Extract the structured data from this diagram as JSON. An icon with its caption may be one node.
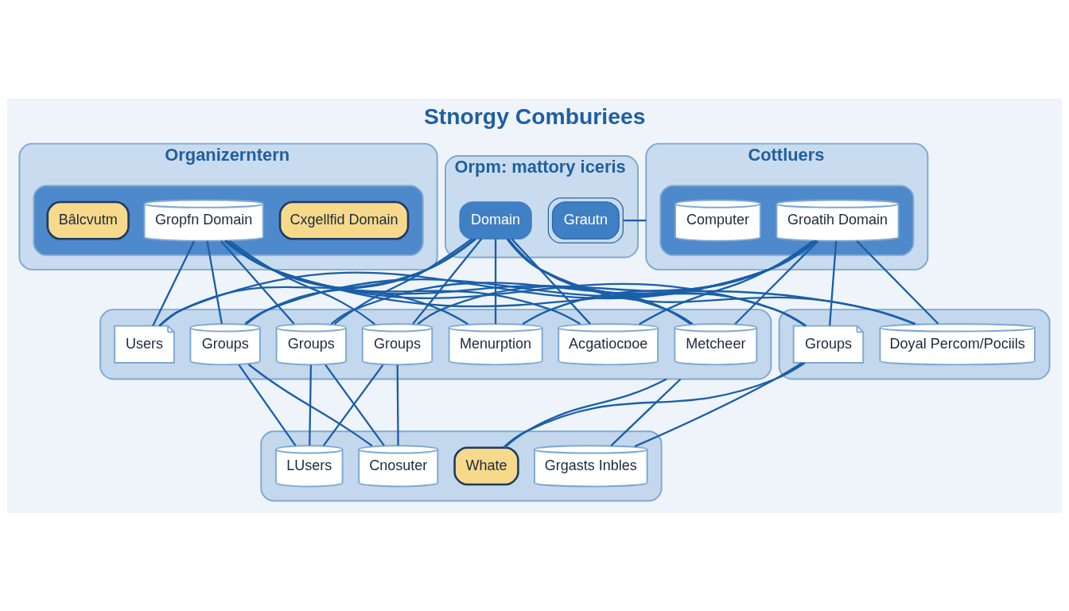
{
  "diagram": {
    "title": "Stnorgy Comburiees",
    "nodes": [
      {
        "text": [
          "Organizerntern"
        ]
      },
      {
        "text": [],
        "shape": "box",
        "in": 0
      },
      {
        "text": [
          "Bâlcvutm"
        ],
        "in": 1
      },
      {
        "text": [
          "Gropfn Domain"
        ],
        "in": 1
      },
      {
        "text": [
          "Cxgellfid Domain"
        ],
        "in": 1
      },
      {
        "text": [
          "Orpm: mattory iceris"
        ]
      },
      {
        "text": [
          "Domain"
        ],
        "in": 5
      },
      {
        "text": [
          "Grautn"
        ],
        "in": 5
      },
      {
        "text": [
          "Cottluers"
        ]
      },
      {
        "text": [],
        "shape": "box",
        "in": 8
      },
      {
        "text": [
          "Computer"
        ],
        "in": 9
      },
      {
        "text": [
          "Groatih Domain"
        ],
        "in": 9
      },
      {
        "text": [],
        "shape": "box"
      },
      {
        "text": [
          "Users"
        ],
        "in": 12
      },
      {
        "text": [
          "Groups"
        ],
        "in": 12
      },
      {
        "text": [
          "Groups"
        ],
        "in": 12
      },
      {
        "text": [
          "Groups"
        ],
        "in": 12
      },
      {
        "text": [
          "Menurption"
        ],
        "in": 12
      },
      {
        "text": [
          "Acgatiocɒoe"
        ],
        "in": 12
      },
      {
        "text": [
          "Metcheer"
        ],
        "in": 12
      },
      {
        "text": [],
        "shape": "box"
      },
      {
        "text": [
          "Groups"
        ],
        "in": 20
      },
      {
        "text": [
          "Doyal Percom/Pociils"
        ],
        "in": 20
      },
      {
        "text": [],
        "shape": "box"
      },
      {
        "text": [
          "LUsers"
        ],
        "in": 23
      },
      {
        "text": [
          "Cnosuter"
        ],
        "in": 23
      },
      {
        "text": [
          "Whate"
        ],
        "in": 23
      },
      {
        "text": [
          "Grgasts Inbles"
        ],
        "in": 23
      }
    ],
    "edges": [
      {
        "from": 3,
        "to": 13,
        "arrow": "none"
      },
      {
        "from": 3,
        "to": 14,
        "arrow": "none"
      },
      {
        "from": 3,
        "to": 15,
        "arrow": "none"
      },
      {
        "from": 3,
        "to": 16,
        "arrow": "none"
      },
      {
        "from": 3,
        "to": 17,
        "arrow": "none"
      },
      {
        "from": 3,
        "to": 18,
        "arrow": "none"
      },
      {
        "from": 3,
        "to": 19,
        "arrow": "none"
      },
      {
        "from": 3,
        "to": 21,
        "arrow": "none"
      },
      {
        "from": 3,
        "to": 22,
        "arrow": "none"
      },
      {
        "from": 6,
        "to": 13,
        "arrow": "none"
      },
      {
        "from": 6,
        "to": 14,
        "arrow": "none"
      },
      {
        "from": 6,
        "to": 15,
        "arrow": "none"
      },
      {
        "from": 6,
        "to": 16,
        "arrow": "none"
      },
      {
        "from": 6,
        "to": 17,
        "arrow": "none"
      },
      {
        "from": 6,
        "to": 18,
        "arrow": "none"
      },
      {
        "from": 6,
        "to": 19,
        "arrow": "none"
      },
      {
        "from": 6,
        "to": 21,
        "arrow": "none"
      },
      {
        "from": 6,
        "to": 22,
        "arrow": "none"
      },
      {
        "from": 11,
        "to": 13,
        "arrow": "none"
      },
      {
        "from": 11,
        "to": 14,
        "arrow": "none"
      },
      {
        "from": 11,
        "to": 15,
        "arrow": "none"
      },
      {
        "from": 11,
        "to": 16,
        "arrow": "none"
      },
      {
        "from": 11,
        "to": 17,
        "arrow": "none"
      },
      {
        "from": 11,
        "to": 18,
        "arrow": "none"
      },
      {
        "from": 11,
        "to": 19,
        "arrow": "none"
      },
      {
        "from": 11,
        "to": 21,
        "arrow": "none"
      },
      {
        "from": 11,
        "to": 22,
        "arrow": "none"
      },
      {
        "from": 7,
        "to": 8,
        "arrow": "none"
      },
      {
        "from": 14,
        "to": 24,
        "arrow": "none"
      },
      {
        "from": 14,
        "to": 25,
        "arrow": "none"
      },
      {
        "from": 15,
        "to": 24,
        "arrow": "none"
      },
      {
        "from": 15,
        "to": 25,
        "arrow": "none"
      },
      {
        "from": 16,
        "to": 24,
        "arrow": "none"
      },
      {
        "from": 16,
        "to": 25,
        "arrow": "none"
      },
      {
        "from": 12,
        "to": 26,
        "arrow": "none"
      },
      {
        "from": 12,
        "to": 27,
        "arrow": "none"
      },
      {
        "from": 21,
        "to": 26,
        "arrow": "none"
      },
      {
        "from": 21,
        "to": 27,
        "arrow": "none"
      }
    ]
  }
}
